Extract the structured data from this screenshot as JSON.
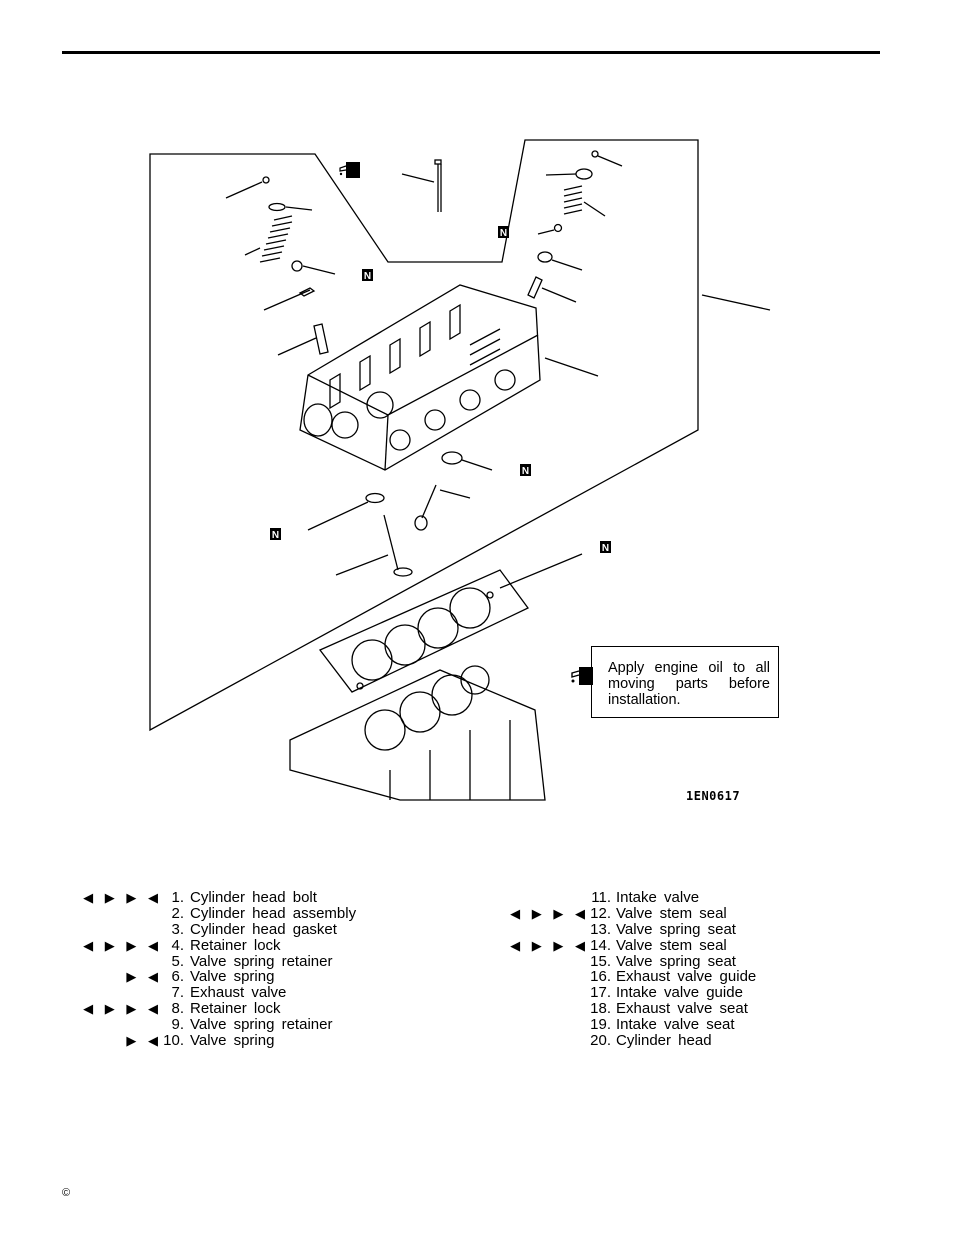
{
  "note": {
    "text": "Apply engine oil to all moving parts before installation.",
    "icon": "oil-can-icon"
  },
  "figure_code": "1EN0617",
  "new_part_badge": "N",
  "legend_left": [
    {
      "num": "1.",
      "name": "Cylinder head bolt",
      "marks": "◀ ▶ ▶ ◀"
    },
    {
      "num": "2.",
      "name": "Cylinder head assembly",
      "marks": ""
    },
    {
      "num": "3.",
      "name": "Cylinder head gasket",
      "marks": ""
    },
    {
      "num": "4.",
      "name": "Retainer lock",
      "marks": "◀ ▶ ▶ ◀"
    },
    {
      "num": "5.",
      "name": "Valve spring retainer",
      "marks": ""
    },
    {
      "num": "6.",
      "name": "Valve spring",
      "marks": "▶ ◀"
    },
    {
      "num": "7.",
      "name": "Exhaust valve",
      "marks": ""
    },
    {
      "num": "8.",
      "name": "Retainer lock",
      "marks": "◀ ▶ ▶ ◀"
    },
    {
      "num": "9.",
      "name": "Valve spring retainer",
      "marks": ""
    },
    {
      "num": "10.",
      "name": "Valve spring",
      "marks": "▶ ◀"
    }
  ],
  "legend_right": [
    {
      "num": "11.",
      "name": "Intake valve",
      "marks": ""
    },
    {
      "num": "12.",
      "name": "Valve stem seal",
      "marks": "◀ ▶ ▶ ◀"
    },
    {
      "num": "13.",
      "name": "Valve spring seat",
      "marks": ""
    },
    {
      "num": "14.",
      "name": "Valve stem seal",
      "marks": "◀ ▶ ▶ ◀"
    },
    {
      "num": "15.",
      "name": "Valve spring seat",
      "marks": ""
    },
    {
      "num": "16.",
      "name": "Exhaust valve guide",
      "marks": ""
    },
    {
      "num": "17.",
      "name": "Intake valve guide",
      "marks": ""
    },
    {
      "num": "18.",
      "name": "Exhaust valve seat",
      "marks": ""
    },
    {
      "num": "19.",
      "name": "Intake valve seat",
      "marks": ""
    },
    {
      "num": "20.",
      "name": "Cylinder head",
      "marks": ""
    }
  ],
  "copyright": "©"
}
